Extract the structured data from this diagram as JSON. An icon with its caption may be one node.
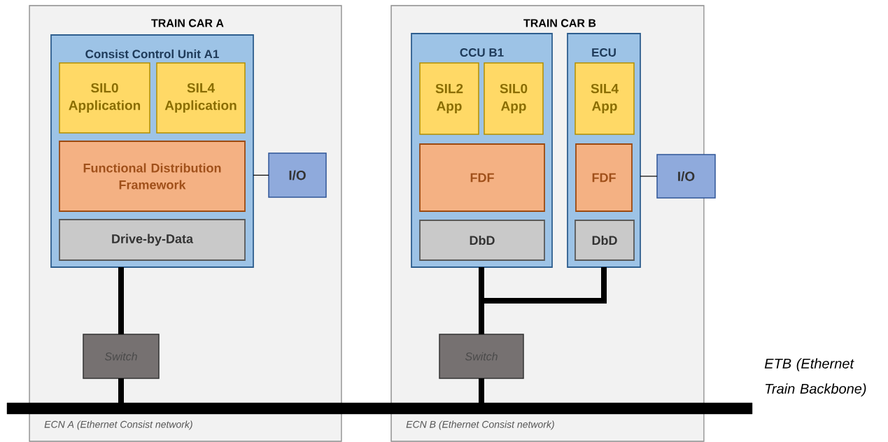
{
  "diagram": {
    "nodes": [
      {
        "text": [
          "TRAIN CAR A",
          "ECN A (Ethernet Consist network)"
        ]
      },
      {
        "text": [
          "Consist Control Unit A1"
        ],
        "in": 0
      },
      {
        "text": [
          "SIL0 Application"
        ],
        "in": 1
      },
      {
        "text": [
          "SIL4 Application"
        ],
        "in": 1
      },
      {
        "text": [
          "Functional Distribution Framework"
        ],
        "in": 1
      },
      {
        "text": [
          "Drive-by-Data"
        ],
        "in": 1
      },
      {
        "text": [
          "I/O"
        ],
        "in": 0
      },
      {
        "text": [
          "Switch"
        ],
        "in": 0
      },
      {
        "text": [
          "TRAIN CAR B",
          "ECN B (Ethernet Consist network)"
        ]
      },
      {
        "text": [
          "CCU B1"
        ],
        "in": 8
      },
      {
        "text": [
          "SIL2 App"
        ],
        "in": 9
      },
      {
        "text": [
          "SIL0 App"
        ],
        "in": 9
      },
      {
        "text": [
          "FDF"
        ],
        "in": 9
      },
      {
        "text": [
          "DbD"
        ],
        "in": 9
      },
      {
        "text": [
          "ECU"
        ],
        "in": 8
      },
      {
        "text": [
          "SIL4 App"
        ],
        "in": 14
      },
      {
        "text": [
          "FDF"
        ],
        "in": 14
      },
      {
        "text": [
          "DbD"
        ],
        "in": 14
      },
      {
        "text": [
          "I/O"
        ],
        "in": 8
      },
      {
        "text": [
          "Switch"
        ],
        "in": 8
      },
      {
        "text": [],
        "shape": "bar",
        "beside": [
          "ETB (Ethernet Train Backbone)"
        ]
      }
    ],
    "edges": [
      {
        "from": 1,
        "to": 6,
        "arrow": "none"
      },
      {
        "from": 1,
        "to": 7,
        "arrow": "none"
      },
      {
        "from": 7,
        "to": 20,
        "arrow": "none"
      },
      {
        "from": 14,
        "to": 18,
        "arrow": "none"
      },
      {
        "from": 9,
        "to": 19,
        "arrow": "none"
      },
      {
        "from": 14,
        "to": 19,
        "arrow": "none"
      },
      {
        "from": 19,
        "to": 20,
        "arrow": "none"
      }
    ]
  }
}
